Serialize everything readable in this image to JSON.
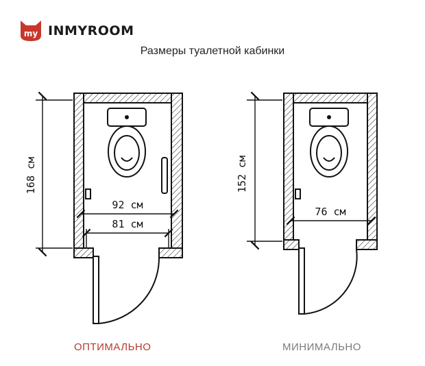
{
  "brand": {
    "name": "INMYROOM",
    "mark_text": "my",
    "logo_color": "#c8372d"
  },
  "title": "Размеры туалетной кабинки",
  "plans": [
    {
      "caption": "ОПТИМАЛЬНО",
      "depth_label": "168 см",
      "inner_width_label": "92 см",
      "door_width_label": "81 см",
      "caption_color": "#b33a2e"
    },
    {
      "caption": "МИНИМАЛЬНО",
      "depth_label": "152 см",
      "inner_width_label": "76 см",
      "caption_color": "#7a7a7a"
    }
  ]
}
